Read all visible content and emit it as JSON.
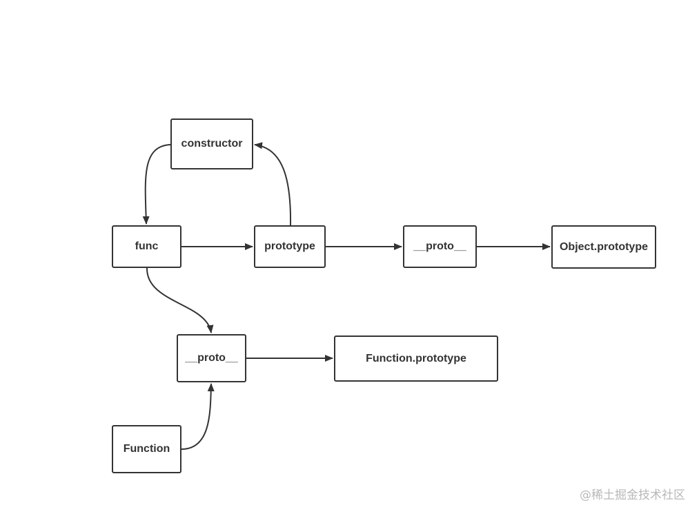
{
  "nodes": {
    "constructor": "constructor",
    "func": "func",
    "prototype": "prototype",
    "proto_upper": "__proto__",
    "object_prototype": "Object.prototype",
    "proto_lower": "__proto__",
    "function_prototype": "Function.prototype",
    "function": "Function"
  },
  "watermark": "@稀土掘金技术社区",
  "colors": {
    "stroke": "#333333",
    "text": "#333333",
    "watermark": "#b8b8b8"
  }
}
